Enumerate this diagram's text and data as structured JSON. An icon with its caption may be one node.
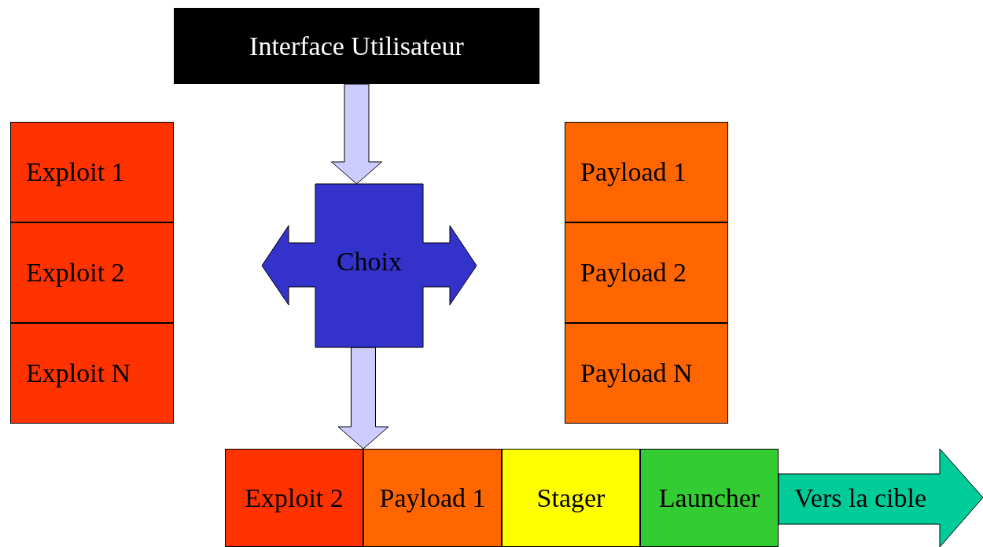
{
  "diagram": {
    "nodes": [
      {
        "text": [
          "Interface Utilisateur"
        ]
      },
      {
        "text": [
          "Exploit 1"
        ]
      },
      {
        "text": [
          "Exploit 2"
        ]
      },
      {
        "text": [
          "Exploit N"
        ]
      },
      {
        "text": [
          "Choix"
        ]
      },
      {
        "text": [
          "Payload 1"
        ]
      },
      {
        "text": [
          "Payload 2"
        ]
      },
      {
        "text": [
          "Payload N"
        ]
      },
      {
        "text": [
          "Exploit 2"
        ]
      },
      {
        "text": [
          "Payload 1"
        ]
      },
      {
        "text": [
          "Stager"
        ]
      },
      {
        "text": [
          "Launcher"
        ]
      },
      {
        "text": [
          "Vers la cible"
        ]
      }
    ],
    "edges": [
      {
        "from": 0,
        "to": 4,
        "arrow": "to"
      },
      {
        "from": 4,
        "to": 8,
        "arrow": "to"
      }
    ]
  }
}
